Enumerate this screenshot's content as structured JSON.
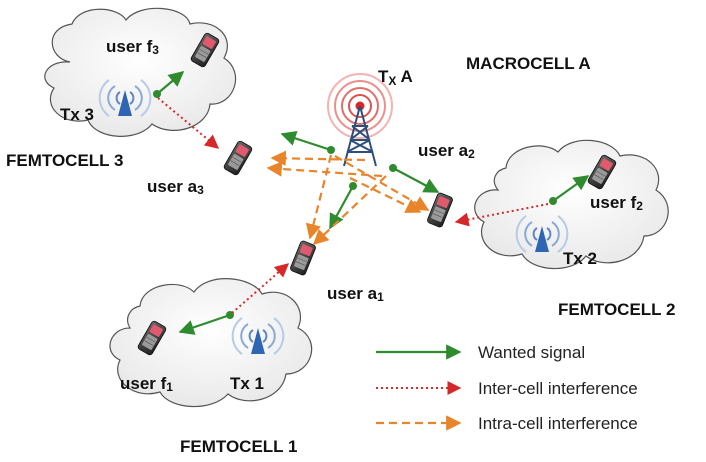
{
  "macrocell": {
    "name": "MACROCELL A",
    "tx_main": "T",
    "tx_sub": "X",
    "tx_suffix": " A"
  },
  "femtocells": {
    "f1": {
      "name": "FEMTOCELL 1",
      "tx": "Tx 1",
      "user_main": "user f",
      "user_sub": "1"
    },
    "f2": {
      "name": "FEMTOCELL 2",
      "tx": "Tx 2",
      "user_main": "user f",
      "user_sub": "2"
    },
    "f3": {
      "name": "FEMTOCELL 3",
      "tx": "Tx 3",
      "user_main": "user f",
      "user_sub": "3"
    }
  },
  "macro_users": {
    "a1": {
      "main": "user a",
      "sub": "1"
    },
    "a2": {
      "main": "user a",
      "sub": "2"
    },
    "a3": {
      "main": "user a",
      "sub": "3"
    }
  },
  "legend": {
    "wanted": "Wanted signal",
    "inter": "Inter-cell interference",
    "intra": "Intra-cell interference"
  },
  "colors": {
    "wanted": "#2e8b2e",
    "inter": "#d62828",
    "intra": "#e8842a",
    "antenna": "#2f66b3",
    "tower_ring": "#d9534f",
    "phone": "#333333",
    "phone_screen": "#e05a6d"
  }
}
